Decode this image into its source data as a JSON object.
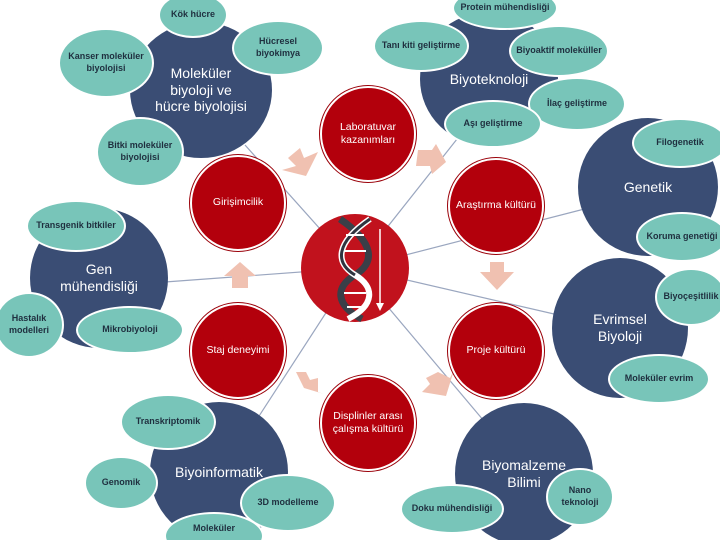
{
  "center": {
    "icon": "dna-helix-icon"
  },
  "colors": {
    "blue": "#3a4d74",
    "red": "#b3000c",
    "teal": "#78c5b9",
    "arrow": "#f0c1b1",
    "line": "#9aa6bf"
  },
  "core": [
    {
      "id": "laboratuvar",
      "label": "Laboratuvar kazanımları"
    },
    {
      "id": "arastirma",
      "label": "Araştırma kültürü"
    },
    {
      "id": "proje",
      "label": "Proje kültürü"
    },
    {
      "id": "disiplinler",
      "label": "Displinler arası çalışma kültürü"
    },
    {
      "id": "staj",
      "label": "Staj deneyimi"
    },
    {
      "id": "girisimcilik",
      "label": "Girişimcilik"
    }
  ],
  "fields": [
    {
      "id": "molekuler",
      "lines": [
        "Moleküler",
        "biyoloji ve",
        "hücre biyolojisi"
      ],
      "subs": [
        "Kök hücre",
        "Hücresel biyokimya",
        "Kanser moleküler biyolojisi",
        "Bitki moleküler biyolojisi"
      ]
    },
    {
      "id": "biyoteknoloji",
      "lines": [
        "Biyoteknoloji"
      ],
      "subs": [
        "Protein mühendisliği",
        "Tanı kiti geliştirme",
        "Biyoaktif moleküller",
        "İlaç geliştirme",
        "Aşı geliştirme"
      ]
    },
    {
      "id": "genetik",
      "lines": [
        "Genetik"
      ],
      "subs": [
        "Filogenetik",
        "Koruma genetiği"
      ]
    },
    {
      "id": "evrimsel",
      "lines": [
        "Evrimsel",
        "Biyoloji"
      ],
      "subs": [
        "Biyoçeşitlilik",
        "Moleküler evrim"
      ]
    },
    {
      "id": "biyomalzeme",
      "lines": [
        "Biyomalzeme",
        "Bilimi"
      ],
      "subs": [
        "Doku mühendisliği",
        "Nano teknoloji"
      ]
    },
    {
      "id": "biyoinformatik",
      "lines": [
        "Biyoinformatik"
      ],
      "subs": [
        "Transkriptomik",
        "Genomik",
        "3D modelleme",
        "Moleküler"
      ]
    },
    {
      "id": "gen",
      "lines": [
        "Gen",
        "mühendisliği"
      ],
      "subs": [
        "Transgenik bitkiler",
        "Hastalık modelleri",
        "Mikrobiyoloji"
      ]
    }
  ]
}
